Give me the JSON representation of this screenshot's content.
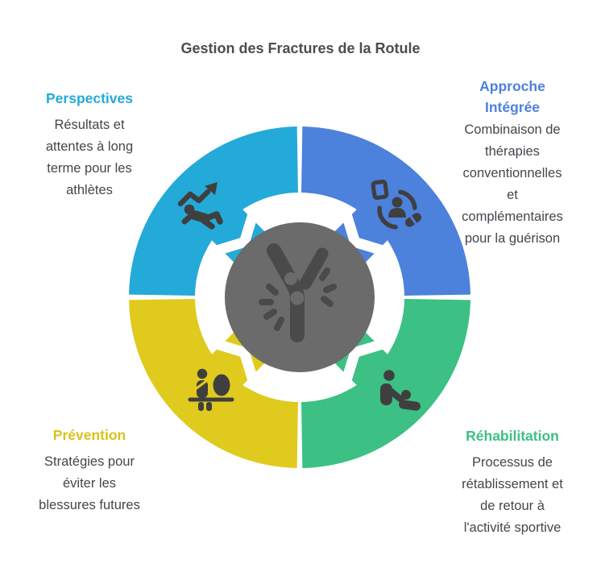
{
  "title": "Gestion des Fractures de la Rotule",
  "colors": {
    "cyan": "#24AAD8",
    "blue": "#4C81DC",
    "green": "#3CC083",
    "yellow": "#E0CA1D",
    "yellow_label": "#D8C31B",
    "center_gray": "#6B6B6B",
    "center_icon": "#4A4A4A",
    "icon": "#3F3F3F",
    "title_text": "#4D4D4D",
    "body_text": "#45454D"
  },
  "center": {
    "icon": "knee-fracture-icon"
  },
  "sections": [
    {
      "id": "perspectives",
      "label": "Perspectives",
      "description": "Résultats et\nattentes à long\nterme pour les\nathlètes",
      "icon": "athlete-progress-icon",
      "color": "cyan"
    },
    {
      "id": "approche-integree",
      "label": "Approche\nIntégrée",
      "description": "Combinaison de\nthérapies\nconventionnelles\net\ncomplémentaires\npour la guérison",
      "icon": "integrated-therapy-icon",
      "color": "blue"
    },
    {
      "id": "prevention",
      "label": "Prévention",
      "description": "Stratégies pour\néviter les\nblessures futures",
      "icon": "exercise-prevention-icon",
      "color": "yellow"
    },
    {
      "id": "rehabilitation",
      "label": "Réhabilitation",
      "description": "Processus de\nrétablissement et\nde retour à\nl'activité sportive",
      "icon": "physiotherapy-icon",
      "color": "green"
    }
  ]
}
